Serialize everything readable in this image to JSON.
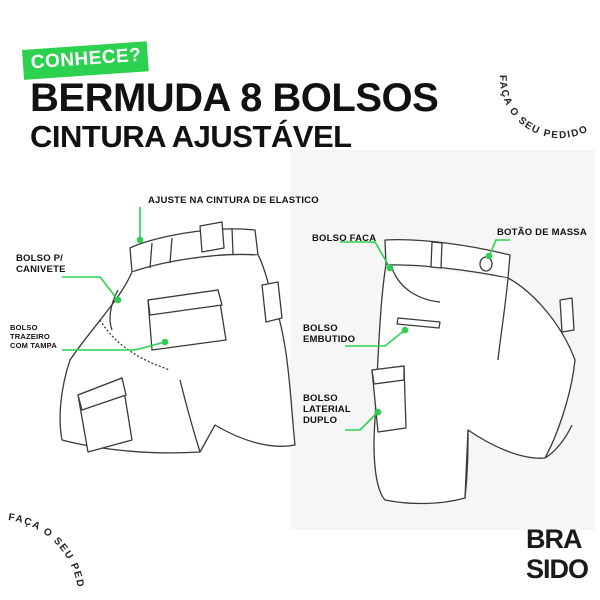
{
  "tag": "CONHECE?",
  "title": {
    "line1": "BERMUDA 8 BOLSOS",
    "line2": "CINTURA AJUSTÁVEL"
  },
  "labels": {
    "ajuste": "AJUSTE NA CINTURA DE ELASTICO",
    "canivete": "BOLSO P/\nCANIVETE",
    "traseiro": "BOLSO\nTRAZEIRO\nCOM TAMPA",
    "faca": "BOLSO FACA",
    "botao": "BOTÃO DE MASSA",
    "embutido": "BOLSO\nEMBUTIDO",
    "lateral": "BOLSO\nLATERIAL\nDUPLO"
  },
  "circle_text": "FAÇA O SEU PEDIDO",
  "logo": {
    "top": "BRA",
    "bottom": "SIDO"
  },
  "colors": {
    "accent": "#2bd14f",
    "ink": "#111111",
    "line": "#333333"
  }
}
